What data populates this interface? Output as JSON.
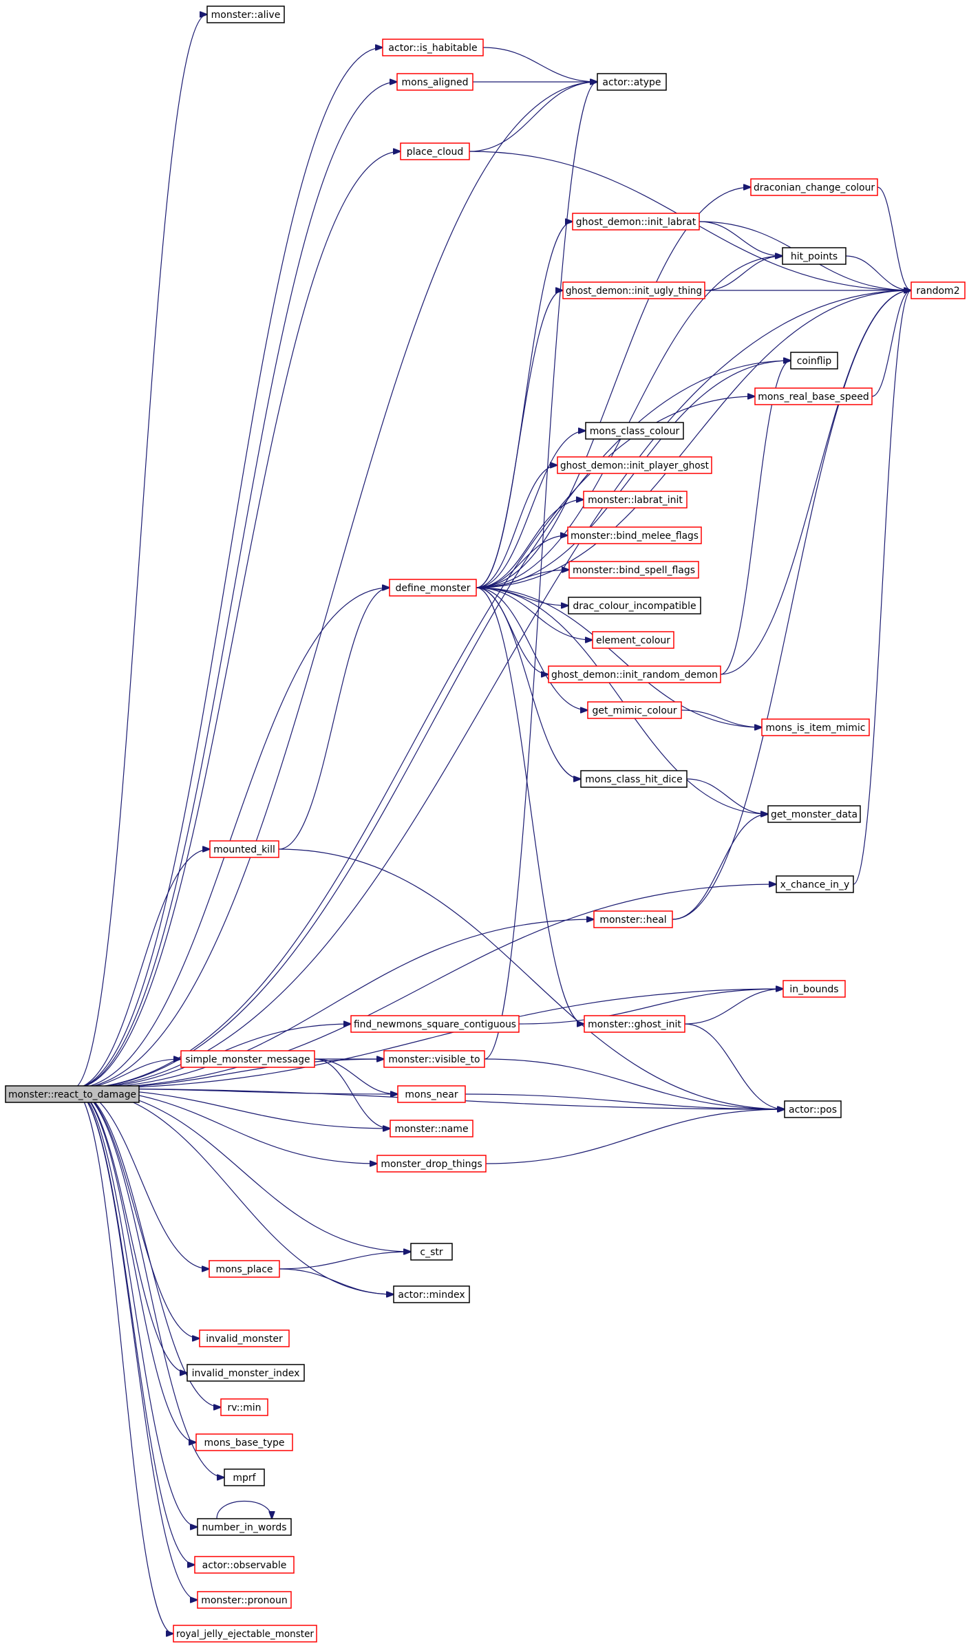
{
  "colors": {
    "edge": "#191970",
    "linked_border": "#ff0000",
    "plain_border": "#000000",
    "root_fill": "#bfbfbf",
    "background": "#ffffff"
  },
  "nodes": [
    {
      "id": "root",
      "label": "monster::react_to_damage",
      "kind": "root"
    },
    {
      "id": "monster_alive",
      "label": "monster::alive",
      "kind": "plain"
    },
    {
      "id": "actor_is_habitable",
      "label": "actor::is_habitable",
      "kind": "linked"
    },
    {
      "id": "mons_aligned",
      "label": "mons_aligned",
      "kind": "linked"
    },
    {
      "id": "actor_atype",
      "label": "actor::atype",
      "kind": "plain"
    },
    {
      "id": "place_cloud",
      "label": "place_cloud",
      "kind": "linked"
    },
    {
      "id": "draconian_change_colour",
      "label": "draconian_change_colour",
      "kind": "linked"
    },
    {
      "id": "ghost_demon_init_labrat",
      "label": "ghost_demon::init_labrat",
      "kind": "linked"
    },
    {
      "id": "hit_points",
      "label": "hit_points",
      "kind": "plain"
    },
    {
      "id": "random2",
      "label": "random2",
      "kind": "linked"
    },
    {
      "id": "ghost_demon_init_ugly_thing",
      "label": "ghost_demon::init_ugly_thing",
      "kind": "linked"
    },
    {
      "id": "coinflip",
      "label": "coinflip",
      "kind": "plain"
    },
    {
      "id": "mons_real_base_speed",
      "label": "mons_real_base_speed",
      "kind": "linked"
    },
    {
      "id": "mons_class_colour",
      "label": "mons_class_colour",
      "kind": "plain"
    },
    {
      "id": "ghost_demon_init_player_ghost",
      "label": "ghost_demon::init_player_ghost",
      "kind": "linked"
    },
    {
      "id": "monster_labrat_init",
      "label": "monster::labrat_init",
      "kind": "linked"
    },
    {
      "id": "monster_bind_melee_flags",
      "label": "monster::bind_melee_flags",
      "kind": "linked"
    },
    {
      "id": "monster_bind_spell_flags",
      "label": "monster::bind_spell_flags",
      "kind": "linked"
    },
    {
      "id": "define_monster",
      "label": "define_monster",
      "kind": "linked"
    },
    {
      "id": "drac_colour_incompatible",
      "label": "drac_colour_incompatible",
      "kind": "plain"
    },
    {
      "id": "element_colour",
      "label": "element_colour",
      "kind": "linked"
    },
    {
      "id": "ghost_demon_init_random_demon",
      "label": "ghost_demon::init_random_demon",
      "kind": "linked"
    },
    {
      "id": "get_mimic_colour",
      "label": "get_mimic_colour",
      "kind": "linked"
    },
    {
      "id": "mons_is_item_mimic",
      "label": "mons_is_item_mimic",
      "kind": "linked"
    },
    {
      "id": "mons_class_hit_dice",
      "label": "mons_class_hit_dice",
      "kind": "plain"
    },
    {
      "id": "get_monster_data",
      "label": "get_monster_data",
      "kind": "plain"
    },
    {
      "id": "mounted_kill",
      "label": "mounted_kill",
      "kind": "linked"
    },
    {
      "id": "x_chance_in_y",
      "label": "x_chance_in_y",
      "kind": "plain"
    },
    {
      "id": "monster_heal",
      "label": "monster::heal",
      "kind": "linked"
    },
    {
      "id": "in_bounds",
      "label": "in_bounds",
      "kind": "linked"
    },
    {
      "id": "find_newmons_square_contiguous",
      "label": "find_newmons_square_contiguous",
      "kind": "linked"
    },
    {
      "id": "monster_ghost_init",
      "label": "monster::ghost_init",
      "kind": "linked"
    },
    {
      "id": "simple_monster_message",
      "label": "simple_monster_message",
      "kind": "linked"
    },
    {
      "id": "monster_visible_to",
      "label": "monster::visible_to",
      "kind": "linked"
    },
    {
      "id": "mons_near",
      "label": "mons_near",
      "kind": "linked"
    },
    {
      "id": "actor_pos",
      "label": "actor::pos",
      "kind": "plain"
    },
    {
      "id": "monster_name",
      "label": "monster::name",
      "kind": "linked"
    },
    {
      "id": "monster_drop_things",
      "label": "monster_drop_things",
      "kind": "linked"
    },
    {
      "id": "c_str",
      "label": "c_str",
      "kind": "plain"
    },
    {
      "id": "mons_place",
      "label": "mons_place",
      "kind": "linked"
    },
    {
      "id": "actor_mindex",
      "label": "actor::mindex",
      "kind": "plain"
    },
    {
      "id": "invalid_monster",
      "label": "invalid_monster",
      "kind": "linked"
    },
    {
      "id": "invalid_monster_index",
      "label": "invalid_monster_index",
      "kind": "plain"
    },
    {
      "id": "rv_min",
      "label": "rv::min",
      "kind": "linked"
    },
    {
      "id": "mons_base_type",
      "label": "mons_base_type",
      "kind": "linked"
    },
    {
      "id": "mprf",
      "label": "mprf",
      "kind": "plain"
    },
    {
      "id": "number_in_words",
      "label": "number_in_words",
      "kind": "plain"
    },
    {
      "id": "actor_observable",
      "label": "actor::observable",
      "kind": "linked"
    },
    {
      "id": "monster_pronoun",
      "label": "monster::pronoun",
      "kind": "linked"
    },
    {
      "id": "royal_jelly_ejectable_monster",
      "label": "royal_jelly_ejectable_monster",
      "kind": "linked"
    }
  ],
  "edges": [
    [
      "root",
      "monster_alive"
    ],
    [
      "root",
      "actor_is_habitable"
    ],
    [
      "root",
      "mons_aligned"
    ],
    [
      "root",
      "actor_atype"
    ],
    [
      "root",
      "place_cloud"
    ],
    [
      "root",
      "random2"
    ],
    [
      "root",
      "coinflip"
    ],
    [
      "root",
      "mons_real_base_speed"
    ],
    [
      "root",
      "define_monster"
    ],
    [
      "root",
      "mounted_kill"
    ],
    [
      "root",
      "x_chance_in_y"
    ],
    [
      "root",
      "monster_heal"
    ],
    [
      "root",
      "in_bounds"
    ],
    [
      "root",
      "find_newmons_square_contiguous"
    ],
    [
      "root",
      "monster_visible_to"
    ],
    [
      "root",
      "simple_monster_message"
    ],
    [
      "root",
      "mons_near"
    ],
    [
      "root",
      "monster_name"
    ],
    [
      "root",
      "monster_drop_things"
    ],
    [
      "root",
      "actor_pos"
    ],
    [
      "root",
      "c_str"
    ],
    [
      "root",
      "mons_place"
    ],
    [
      "root",
      "actor_mindex"
    ],
    [
      "root",
      "invalid_monster"
    ],
    [
      "root",
      "invalid_monster_index"
    ],
    [
      "root",
      "rv_min"
    ],
    [
      "root",
      "mons_base_type"
    ],
    [
      "root",
      "mprf"
    ],
    [
      "root",
      "number_in_words"
    ],
    [
      "root",
      "actor_observable"
    ],
    [
      "root",
      "monster_pronoun"
    ],
    [
      "root",
      "royal_jelly_ejectable_monster"
    ],
    [
      "actor_is_habitable",
      "actor_atype"
    ],
    [
      "mons_aligned",
      "actor_atype"
    ],
    [
      "place_cloud",
      "actor_atype"
    ],
    [
      "place_cloud",
      "random2"
    ],
    [
      "draconian_change_colour",
      "random2"
    ],
    [
      "ghost_demon_init_labrat",
      "hit_points"
    ],
    [
      "ghost_demon_init_labrat",
      "random2"
    ],
    [
      "ghost_demon_init_ugly_thing",
      "hit_points"
    ],
    [
      "ghost_demon_init_ugly_thing",
      "random2"
    ],
    [
      "hit_points",
      "random2"
    ],
    [
      "mons_real_base_speed",
      "random2"
    ],
    [
      "define_monster",
      "draconian_change_colour"
    ],
    [
      "define_monster",
      "ghost_demon_init_labrat"
    ],
    [
      "define_monster",
      "hit_points"
    ],
    [
      "define_monster",
      "ghost_demon_init_ugly_thing"
    ],
    [
      "define_monster",
      "coinflip"
    ],
    [
      "define_monster",
      "mons_class_colour"
    ],
    [
      "define_monster",
      "ghost_demon_init_player_ghost"
    ],
    [
      "define_monster",
      "monster_labrat_init"
    ],
    [
      "define_monster",
      "monster_bind_melee_flags"
    ],
    [
      "define_monster",
      "monster_bind_spell_flags"
    ],
    [
      "define_monster",
      "drac_colour_incompatible"
    ],
    [
      "define_monster",
      "element_colour"
    ],
    [
      "define_monster",
      "ghost_demon_init_random_demon"
    ],
    [
      "define_monster",
      "get_mimic_colour"
    ],
    [
      "define_monster",
      "mons_is_item_mimic"
    ],
    [
      "define_monster",
      "mons_class_hit_dice"
    ],
    [
      "define_monster",
      "get_monster_data"
    ],
    [
      "define_monster",
      "random2"
    ],
    [
      "define_monster",
      "monster_ghost_init"
    ],
    [
      "ghost_demon_init_random_demon",
      "coinflip"
    ],
    [
      "ghost_demon_init_random_demon",
      "random2"
    ],
    [
      "get_mimic_colour",
      "mons_is_item_mimic"
    ],
    [
      "mons_class_hit_dice",
      "get_monster_data"
    ],
    [
      "mounted_kill",
      "define_monster"
    ],
    [
      "mounted_kill",
      "actor_pos"
    ],
    [
      "x_chance_in_y",
      "random2"
    ],
    [
      "monster_heal",
      "get_monster_data"
    ],
    [
      "monster_heal",
      "random2"
    ],
    [
      "find_newmons_square_contiguous",
      "in_bounds"
    ],
    [
      "monster_ghost_init",
      "in_bounds"
    ],
    [
      "monster_ghost_init",
      "actor_pos"
    ],
    [
      "simple_monster_message",
      "monster_visible_to"
    ],
    [
      "simple_monster_message",
      "mons_near"
    ],
    [
      "simple_monster_message",
      "monster_name"
    ],
    [
      "monster_visible_to",
      "actor_atype"
    ],
    [
      "monster_visible_to",
      "actor_pos"
    ],
    [
      "mons_near",
      "actor_pos"
    ],
    [
      "monster_drop_things",
      "actor_pos"
    ],
    [
      "mons_place",
      "c_str"
    ],
    [
      "mons_place",
      "actor_mindex"
    ],
    [
      "number_in_words",
      "number_in_words"
    ]
  ]
}
